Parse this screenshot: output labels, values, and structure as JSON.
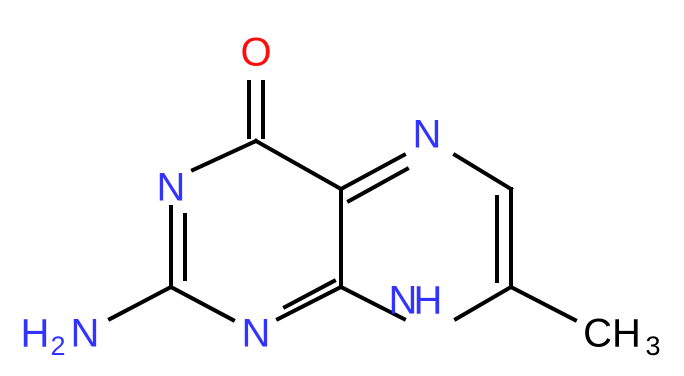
{
  "molecule": {
    "atoms": {
      "oxygen": "O",
      "n_ring_top": "N",
      "n_left": "N",
      "n_bottom": "N",
      "amine_h": "H",
      "amine_h_count": "2",
      "amine_n": "N",
      "nh_n": "N",
      "nh_h": "H",
      "methyl_c": "CH",
      "methyl_h_count": "3"
    }
  }
}
